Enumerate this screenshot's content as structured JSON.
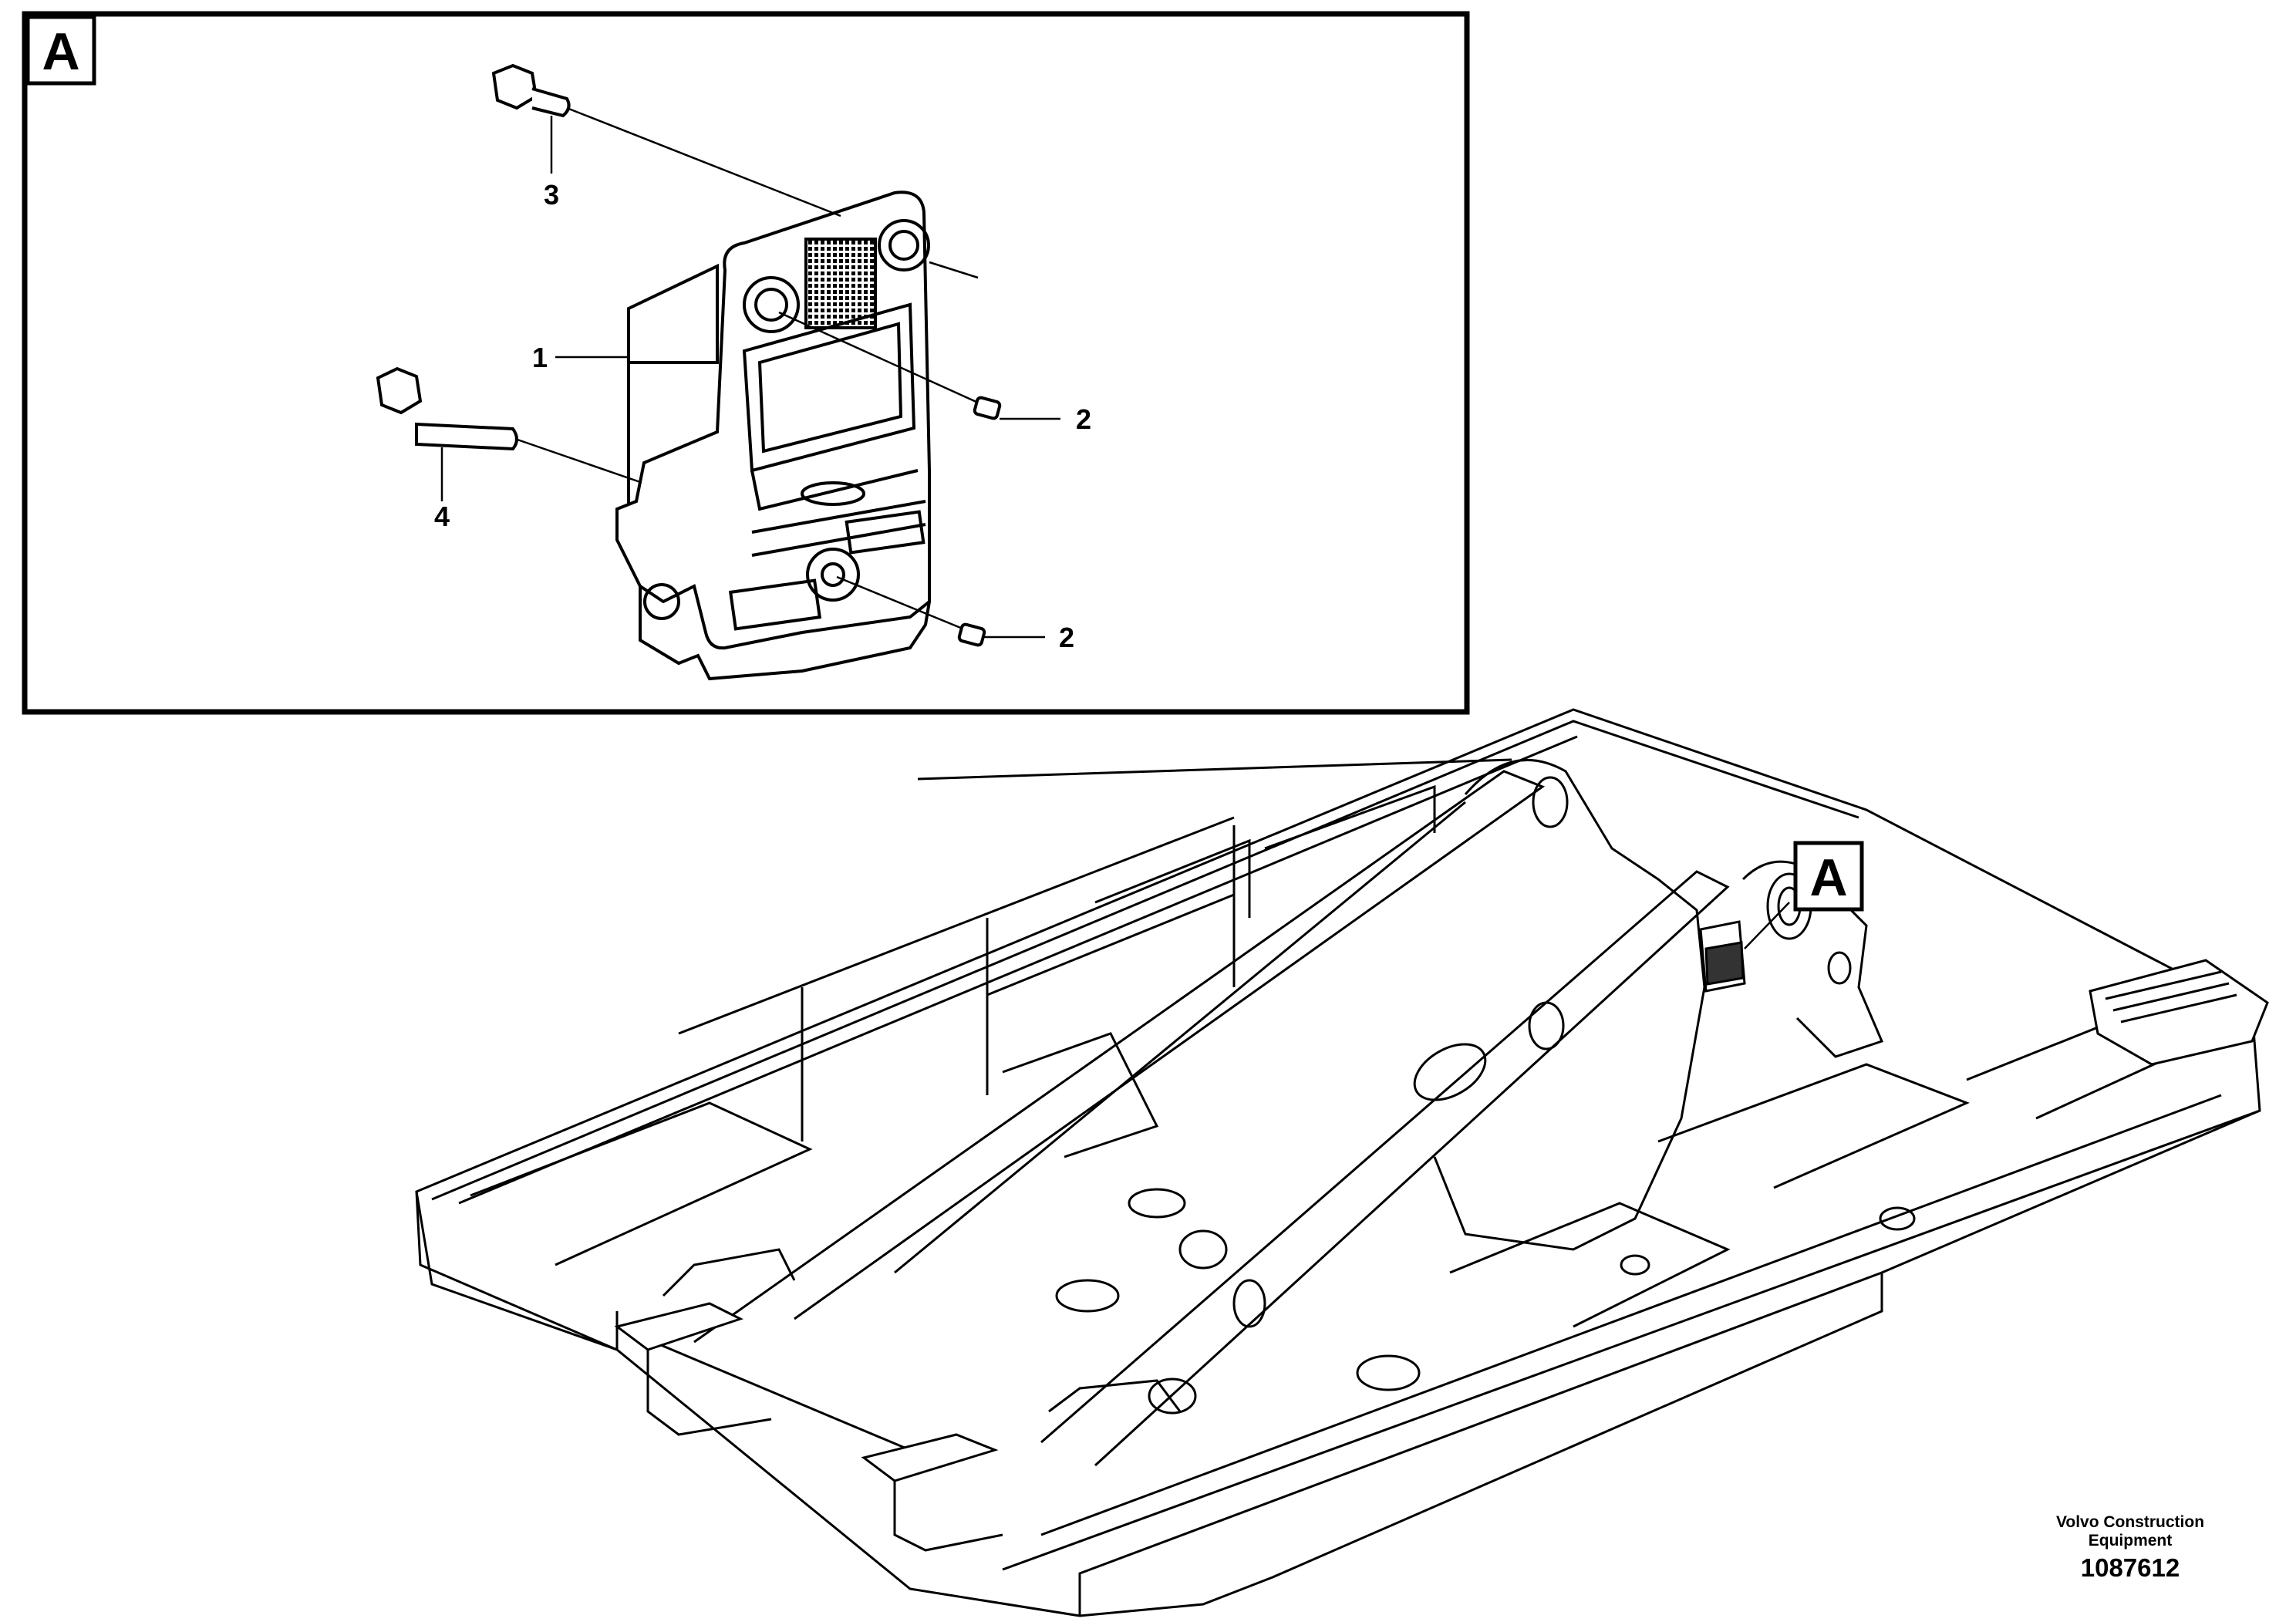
{
  "detail_box": {
    "letter": "A"
  },
  "callouts": [
    {
      "id": "callout-1",
      "text": "1"
    },
    {
      "id": "callout-2-top",
      "text": "2"
    },
    {
      "id": "callout-2-bottom",
      "text": "2"
    },
    {
      "id": "callout-3",
      "text": "3"
    },
    {
      "id": "callout-4",
      "text": "4"
    }
  ],
  "frame_marker": {
    "letter": "A"
  },
  "footer": {
    "company_line1": "Volvo Construction",
    "company_line2": "Equipment",
    "drawing_number": "1087612"
  }
}
